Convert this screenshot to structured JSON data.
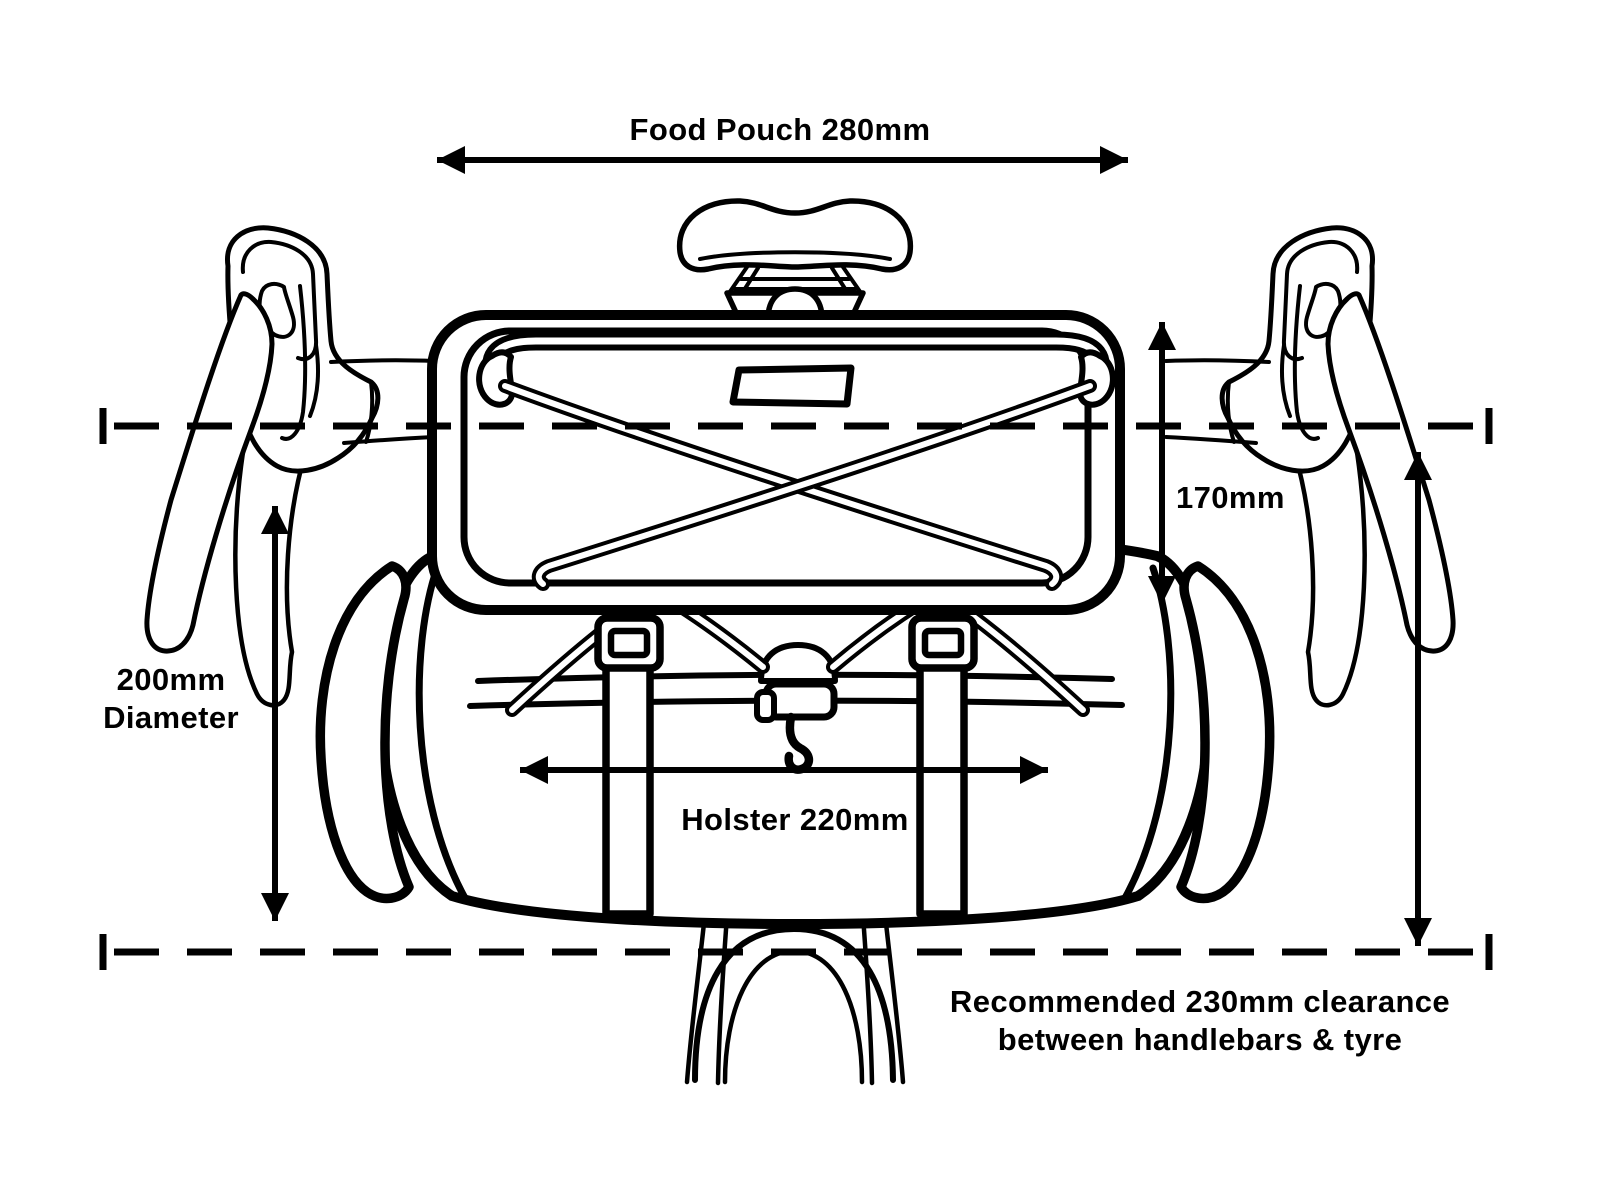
{
  "diagram": {
    "colors": {
      "line": "#000000",
      "background": "#ffffff"
    },
    "labels": {
      "food_pouch": "Food Pouch 280mm",
      "pouch_height": "170mm",
      "diameter_line1": "200mm",
      "diameter_line2": "Diameter",
      "holster": "Holster 220mm",
      "clearance_line1": "Recommended 230mm clearance",
      "clearance_line2": "between handlebars & tyre"
    }
  }
}
